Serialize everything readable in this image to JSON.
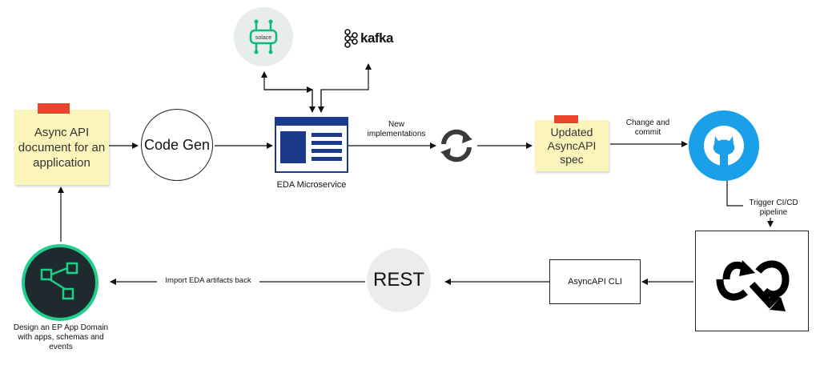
{
  "nodes": {
    "async_doc": {
      "line1": "Async API",
      "line2": "document for an",
      "line3": "application"
    },
    "code_gen": "Code Gen",
    "microservice_label": "EDA Microservice",
    "solace_text": "solace",
    "kafka_text": "kafka",
    "updated_spec": {
      "line1": "Updated",
      "line2": "AsyncAPI",
      "line3": "spec"
    },
    "asyncapi_cli": "AsyncAPI CLI",
    "rest": "REST",
    "design_caption": {
      "line1": "Design an EP App Domain",
      "line2": "with apps, schemas and",
      "line3": "events"
    }
  },
  "edges": {
    "new_impl": {
      "line1": "New",
      "line2": "implementations"
    },
    "change_commit": {
      "line1": "Change and",
      "line2": "commit"
    },
    "trigger": {
      "line1": "Trigger CI/CD",
      "line2": "pipeline"
    },
    "import_back": "Import EDA artifacts back"
  },
  "colors": {
    "note_fill": "#fbf5bc",
    "tape": "#e8452c",
    "microservice_blue": "#1b3a8c",
    "github_blue": "#1aa0e8",
    "ep_green": "#1fcf8a",
    "ep_dark": "#1f2a2e",
    "sync_gray": "#3a3a3a"
  },
  "icons": [
    "solace-logo",
    "kafka-logo",
    "sync-icon",
    "github-icon",
    "cicd-infinity-icon",
    "ep-app-domain-icon"
  ]
}
